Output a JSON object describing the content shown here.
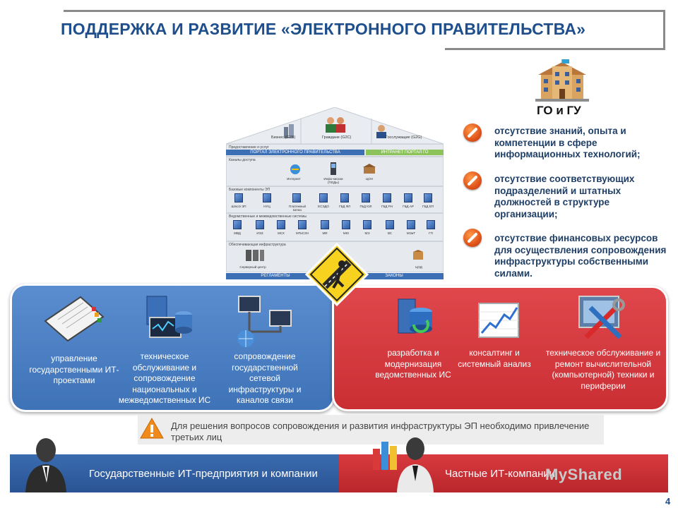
{
  "title": "ПОДДЕРЖКА И РАЗВИТИЕ «ЭЛЕКТРОННОГО ПРАВИТЕЛЬСТВА»",
  "go": {
    "label": "ГО и ГУ",
    "items": [
      "отсутствие знаний, опыта и компетенции в сфере информационных технологий;",
      "отсутствие соответствующих подразделений и штатных должностей в структуре организации;",
      "отсутствие финансовых ресурсов для осуществления сопровождения инфраструктуры собственными силами."
    ]
  },
  "building": {
    "roof": [
      "Бизнес (G2B)",
      "Граждане (G2C)",
      "Госслужащие (G2G)"
    ],
    "floor1_label": "Предоставление е-услуг",
    "portal_left": "ПОРТАЛ ЭЛЕКТРОННОГО ПРАВИТЕЛЬСТВА",
    "portal_right": "ИНТРАНЕТ ПОРТАЛ ГО",
    "floor2_label": "Каналы доступа",
    "channels": [
      "Интернет",
      "Инфо-киоски (ПОДы)",
      "ЦОН"
    ],
    "floor3_label": "Базовые компоненты ЭП",
    "components": [
      "ШлюЭ ЭП",
      "НУЦ",
      "Платежный Шлюз",
      "ЕСЭДО",
      "ГБД ФЛ",
      "ГБД ЮЛ",
      "ГБД РН",
      "ГБД АР",
      "ГБД ЕП"
    ],
    "floor4_label": "Ведомственные и межведомственные системы",
    "systems": [
      "МВД",
      "ИЭЗ",
      "МСХ",
      "МТиСЗН",
      "МФ",
      "МЮ",
      "МЭ",
      "ВС",
      "МЭиТ",
      "ГП"
    ],
    "floor5_label": "Обеспечивающая инфраструктура",
    "infra": [
      "Серверный центр",
      "ЦОД"
    ],
    "bottom_left": "РЕГЛАМЕНТЫ",
    "bottom_right": "ЗАКОНЫ"
  },
  "blue_panel": [
    "управление государственными ИТ-проектами",
    "техническое обслуживание и сопровождение национальных и межведомственных ИС",
    "сопровождение государственной сетевой инфраструктуры и каналов связи"
  ],
  "red_panel": [
    "разработка и модернизация ведомственных ИС",
    "консалтинг и системный анализ",
    "техническое обслуживание и ремонт вычислительной (компьютерной) техники и периферии"
  ],
  "warning": "Для решения вопросов сопровождения и развития инфраструктуры ЭП необходимо привлечение третьих лиц",
  "bottom": {
    "left": "Государственные ИТ-предприятия и компании",
    "right": "Частные ИТ-компании"
  },
  "watermark": "MyShared",
  "page_number": "4"
}
